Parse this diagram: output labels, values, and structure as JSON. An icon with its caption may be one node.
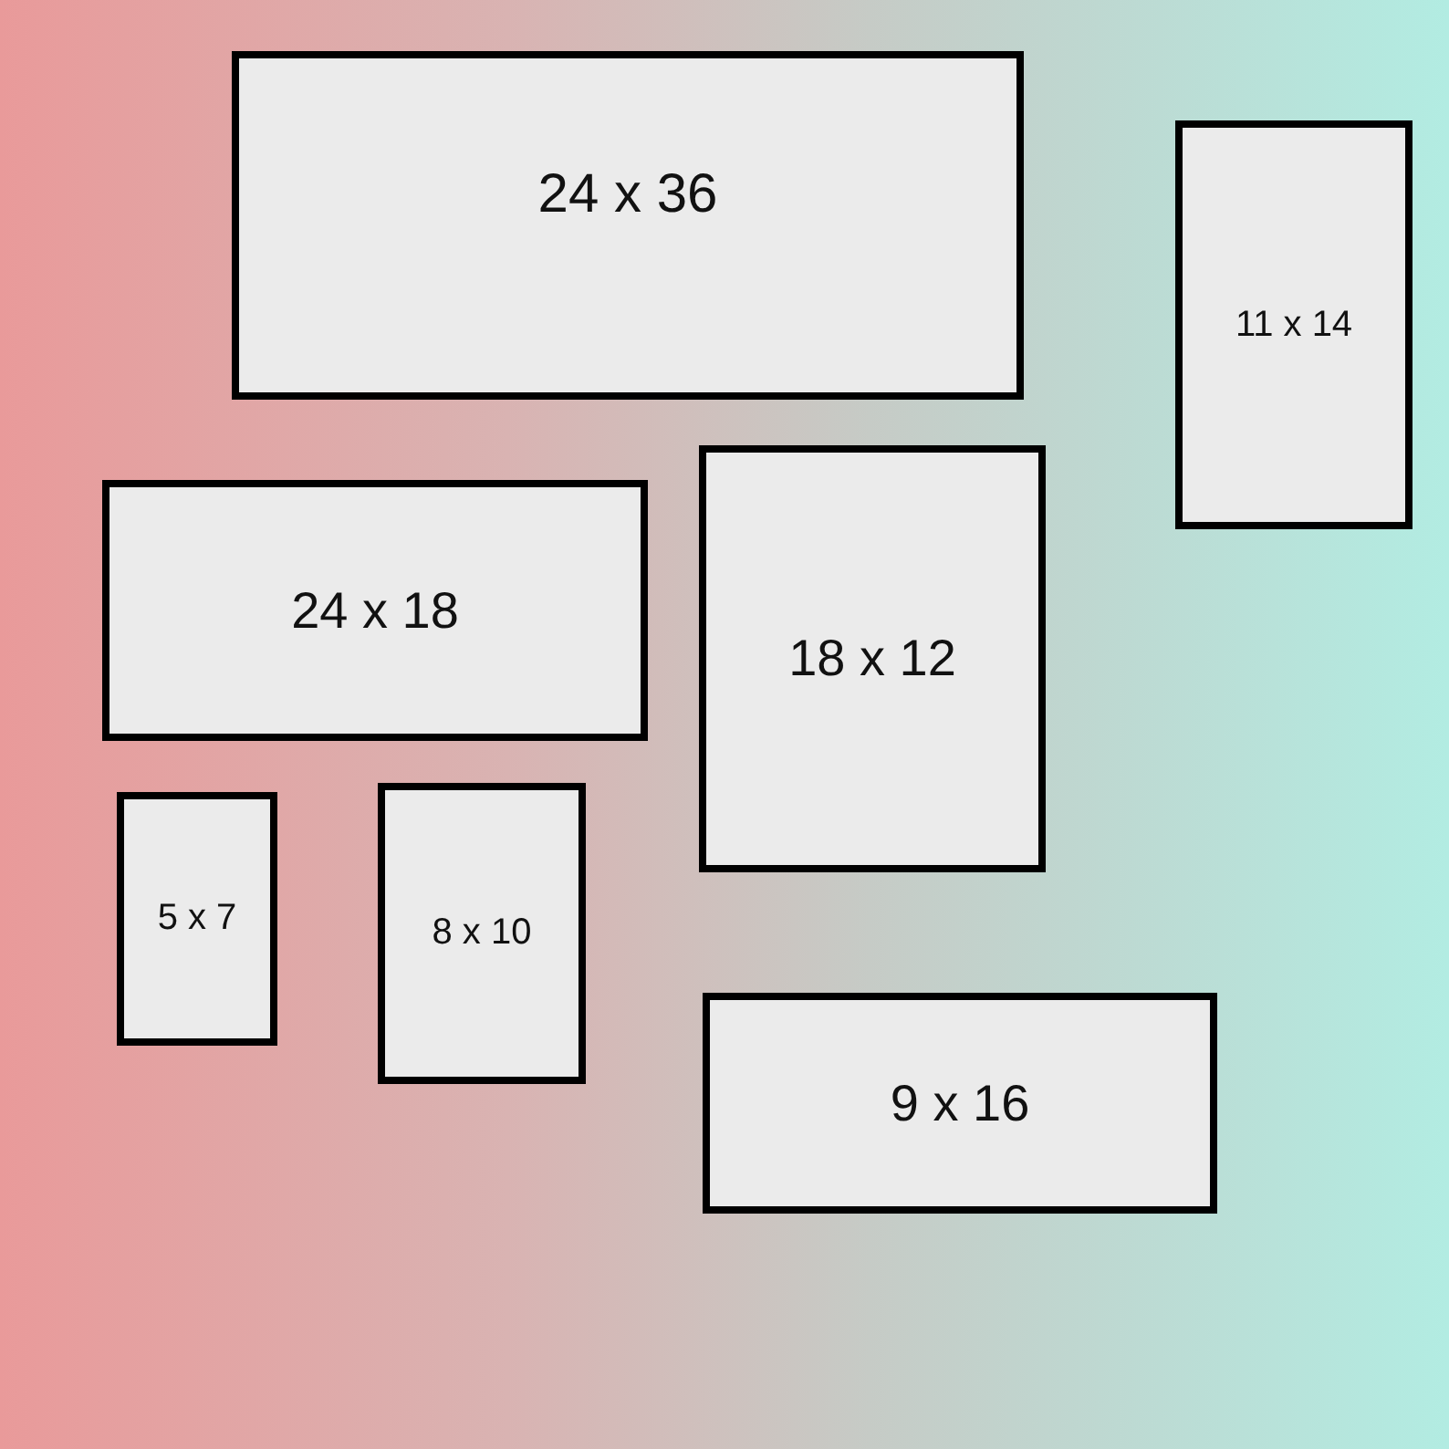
{
  "diagram": {
    "nodes": [
      {
        "text": [
          "24 x 36"
        ]
      },
      {
        "text": [
          "11 x 14"
        ]
      },
      {
        "text": [
          "24 x 18"
        ]
      },
      {
        "text": [
          "18 x 12"
        ]
      },
      {
        "text": [
          "5 x 7"
        ]
      },
      {
        "text": [
          "8 x 10"
        ]
      },
      {
        "text": [
          "9 x 16"
        ]
      }
    ]
  }
}
